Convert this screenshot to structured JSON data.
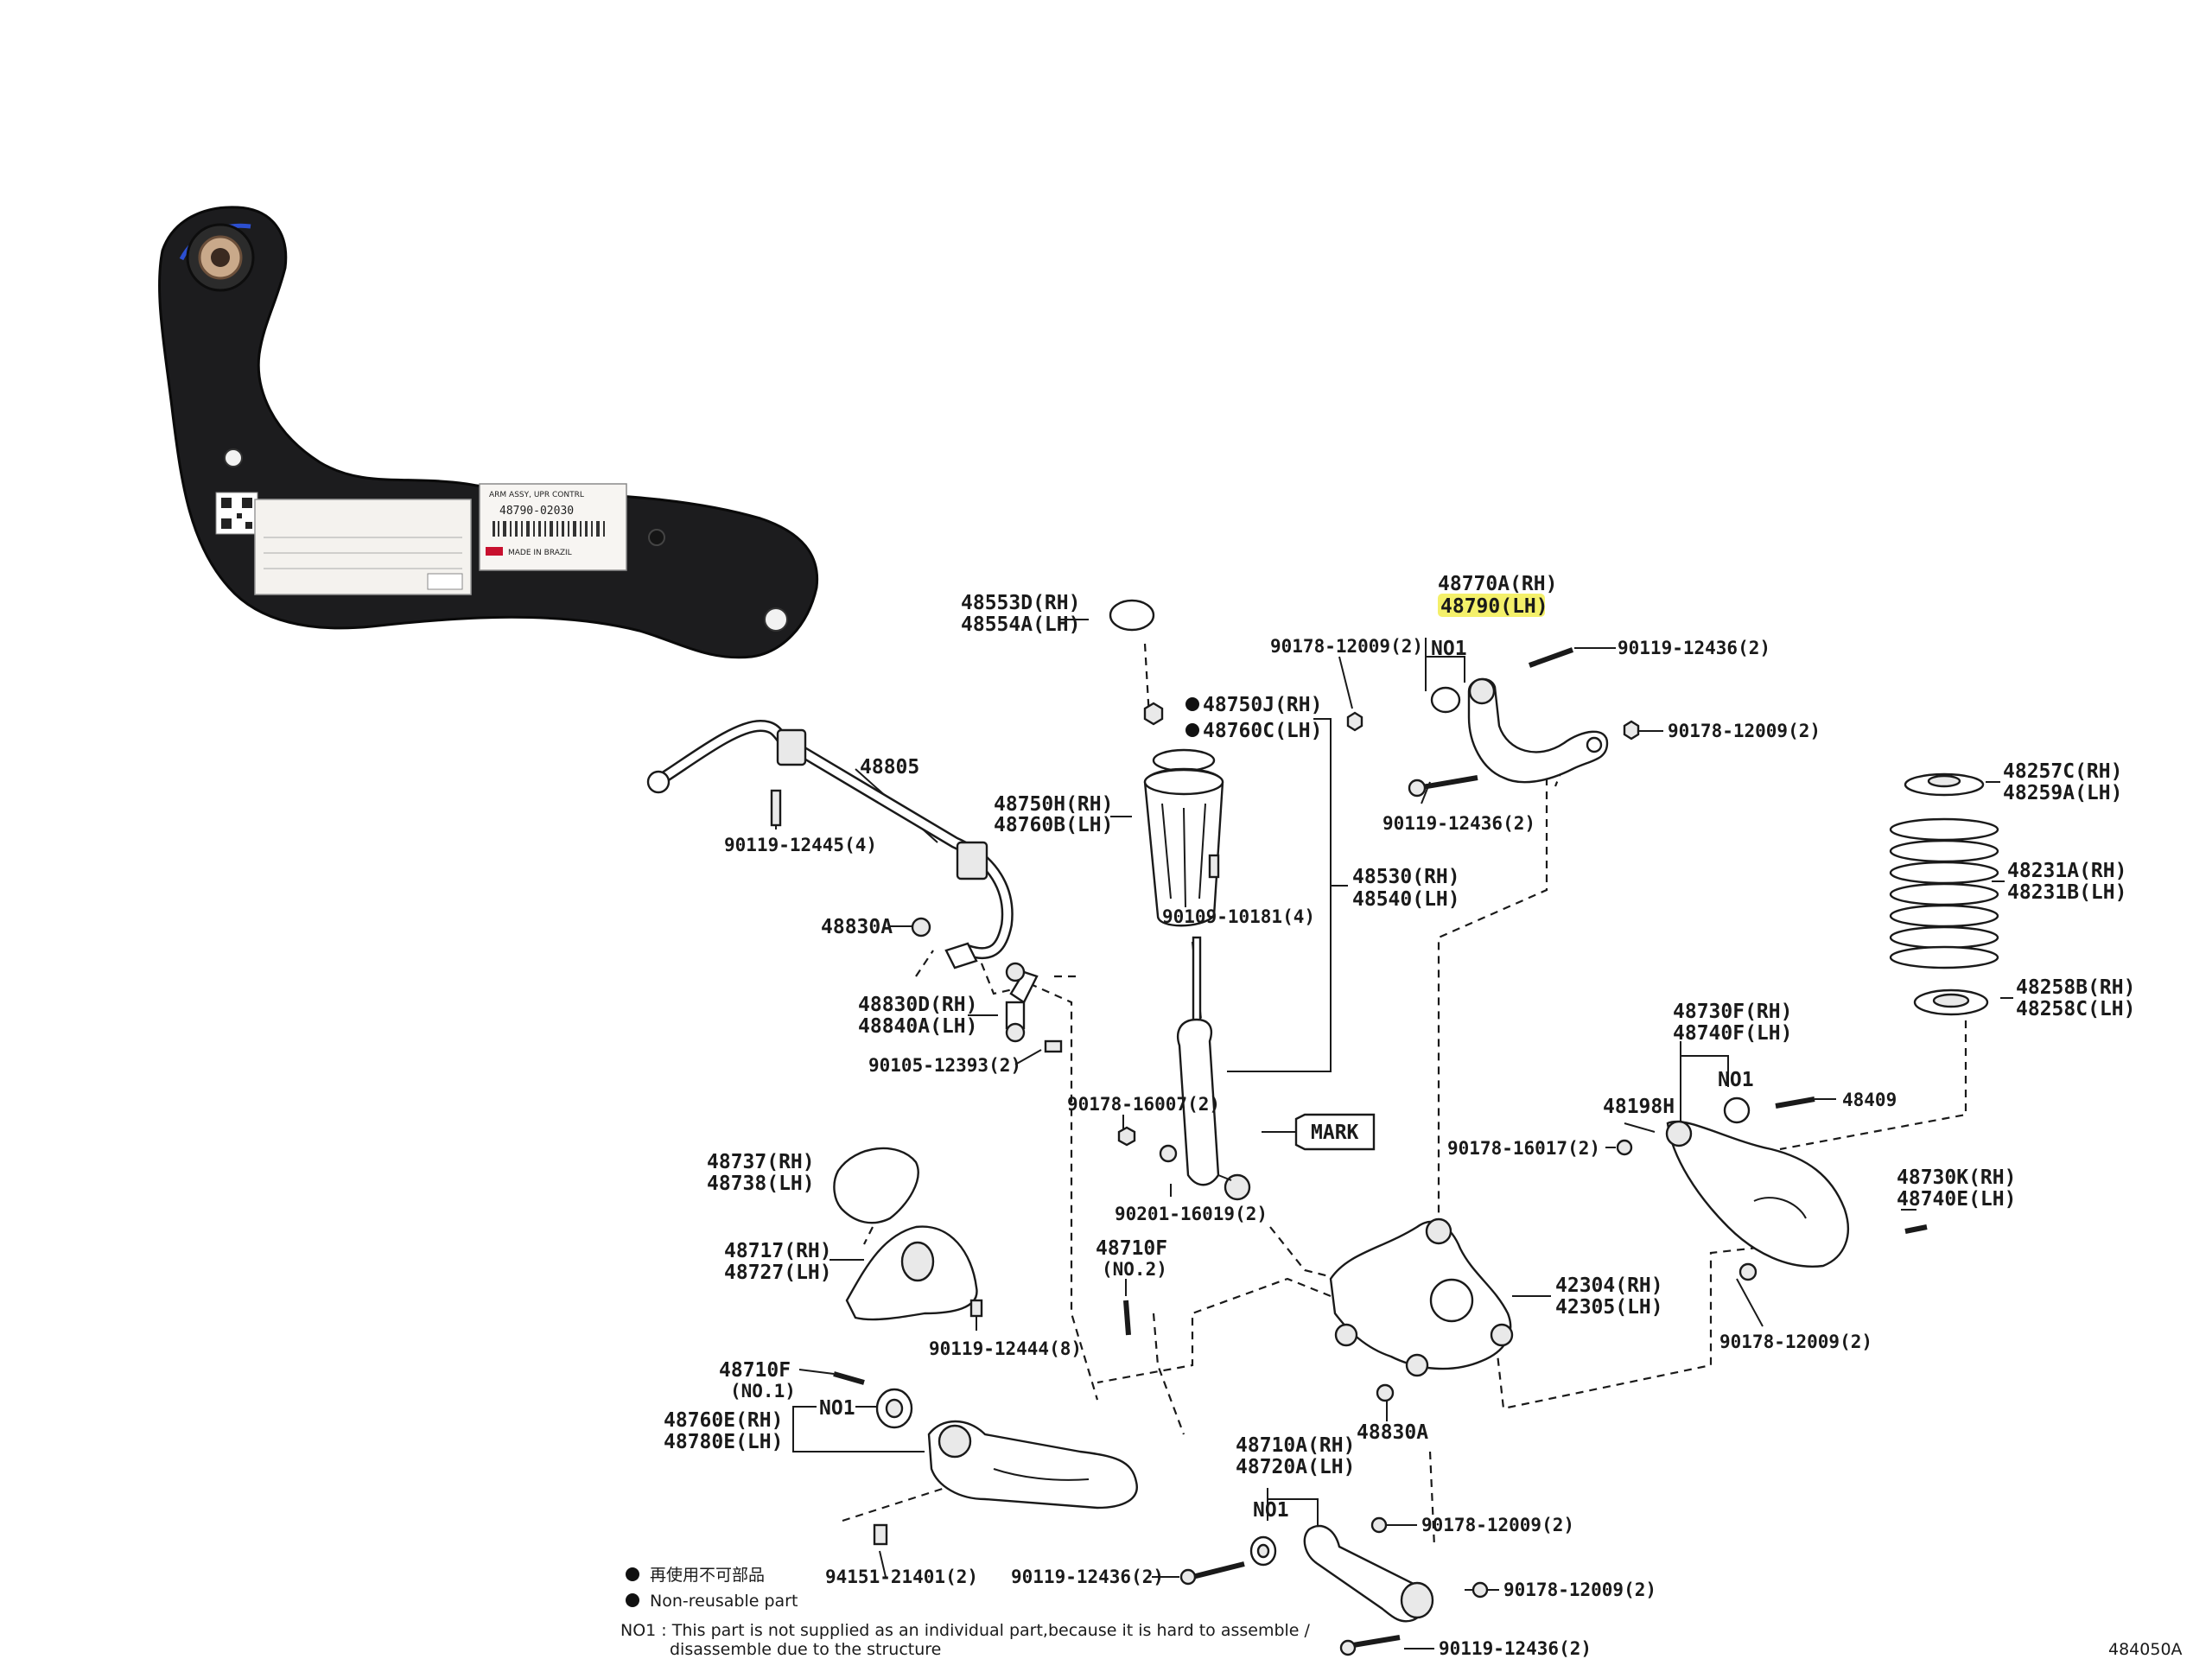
{
  "photo": {
    "tag_title": "ARM ASSY, UPR CONTRL",
    "tag_number": "48790-02030",
    "tag_made_in": "MADE IN BRAZIL"
  },
  "highlight_color": "#f4f06a",
  "labels": {
    "p48770A_48790_line1": "48770A(RH)",
    "p48770A_48790_line2": "48790(LH)",
    "p48553D_line1": "48553D(RH)",
    "p48553D_line2": "48554A(LH)",
    "p90178_12009_top": "90178-12009(2)",
    "no1_top": "NO1",
    "p90119_12436_top": "90119-12436(2)",
    "p48750J_line1": "48750J(RH)",
    "p48750J_line2": "48760C(LH)",
    "p90178_12009_right": "90178-12009(2)",
    "p48805": "48805",
    "p48750H_line1": "48750H(RH)",
    "p48750H_line2": "48760B(LH)",
    "p90119_12436_mid": "90119-12436(2)",
    "p48257C_line1": "48257C(RH)",
    "p48257C_line2": "48259A(LH)",
    "p90119_12445": "90119-12445(4)",
    "p48530_line1": "48530(RH)",
    "p48530_line2": "48540(LH)",
    "p48231A_line1": "48231A(RH)",
    "p48231A_line2": "48231B(LH)",
    "p90109_10181": "90109-10181(4)",
    "p48830A_left": "48830A",
    "p48258B_line1": "48258B(RH)",
    "p48258B_line2": "48258C(LH)",
    "p48830D_line1": "48830D(RH)",
    "p48830D_line2": "48840A(LH)",
    "p48730F_line1": "48730F(RH)",
    "p48730F_line2": "48740F(LH)",
    "p90105_12393": "90105-12393(2)",
    "no1_right": "NO1",
    "p48198H": "48198H",
    "p48409": "48409",
    "p90178_16007": "90178-16007(2)",
    "mark": "MARK",
    "p90178_16017": "90178-16017(2)",
    "p48737_line1": "48737(RH)",
    "p48737_line2": "48738(LH)",
    "p48730K_line1": "48730K(RH)",
    "p48730K_line2": "48740E(LH)",
    "p90201_16019": "90201-16019(2)",
    "p48717_line1": "48717(RH)",
    "p48717_line2": "48727(LH)",
    "p48710F_top": "48710F",
    "p48710F_top_sub": "(NO.2)",
    "p42304_line1": "42304(RH)",
    "p42304_line2": "42305(LH)",
    "p90119_12444": "90119-12444(8)",
    "p90178_12009_far": "90178-12009(2)",
    "p48710F_left": "48710F",
    "p48710F_left_sub": "(NO.1)",
    "p48760E_line1": "48760E(RH)",
    "p48760E_line2": "48780E(LH)",
    "no1_left": "NO1",
    "p48830A_mid": "48830A",
    "p48710A_line1": "48710A(RH)",
    "p48710A_line2": "48720A(LH)",
    "no1_bottom": "NO1",
    "p90178_12009_bottom1": "90178-12009(2)",
    "p90178_12009_bottom2": "90178-12009(2)",
    "p94151_21401": "94151-21401(2)",
    "p90119_12436_bottom1": "90119-12436(2)",
    "p90119_12436_bottom2": "90119-12436(2)",
    "diagram_code": "484050A"
  },
  "legend": {
    "line1": "再使用不可部品",
    "line2": "Non-reusable part",
    "note_line1": "NO1 : This part is not supplied as an individual part,because it is hard to assemble /",
    "note_line2": "disassemble due to the structure"
  }
}
